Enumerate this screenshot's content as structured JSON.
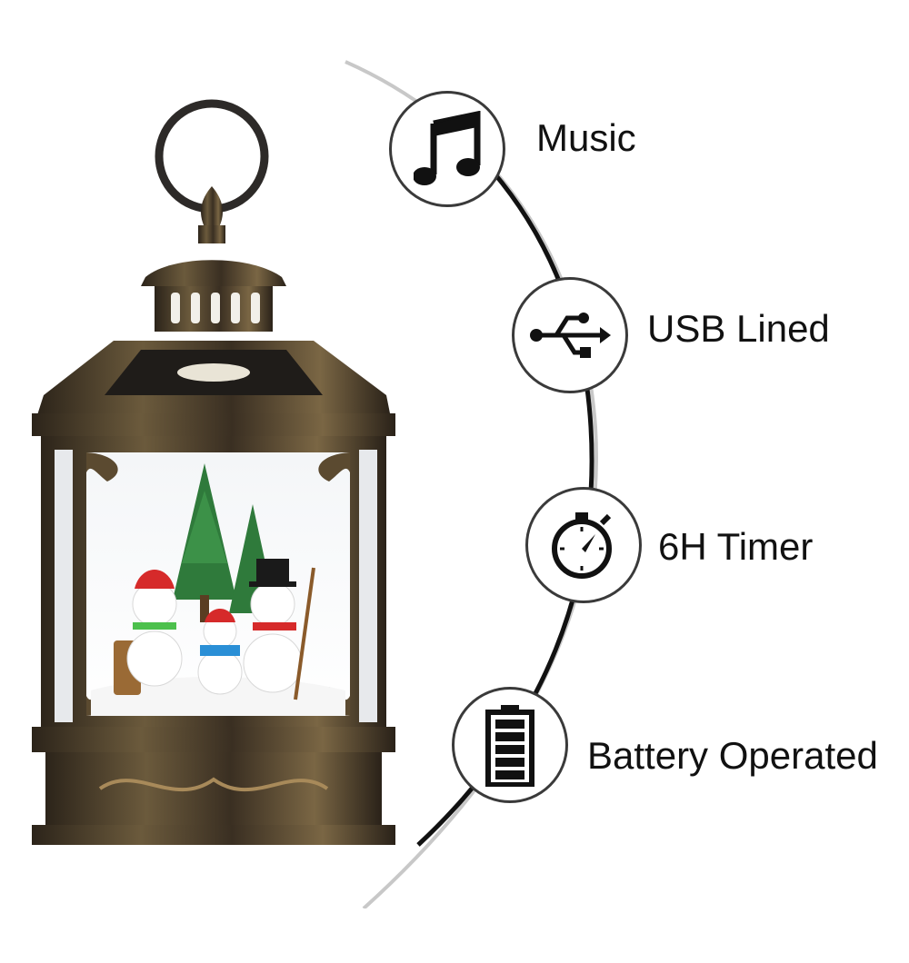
{
  "product": {
    "image_description_name": "snowman-lantern"
  },
  "features": [
    {
      "icon": "music-note-icon",
      "label": "Music"
    },
    {
      "icon": "usb-icon",
      "label": "USB Lined"
    },
    {
      "icon": "stopwatch-icon",
      "label": "6H Timer"
    },
    {
      "icon": "battery-icon",
      "label": "Battery Operated"
    }
  ],
  "colors": {
    "circle_border": "#3a3a3a",
    "connector_line": "#111111",
    "text": "#111111",
    "lantern_bronze": "#5b4a30"
  }
}
